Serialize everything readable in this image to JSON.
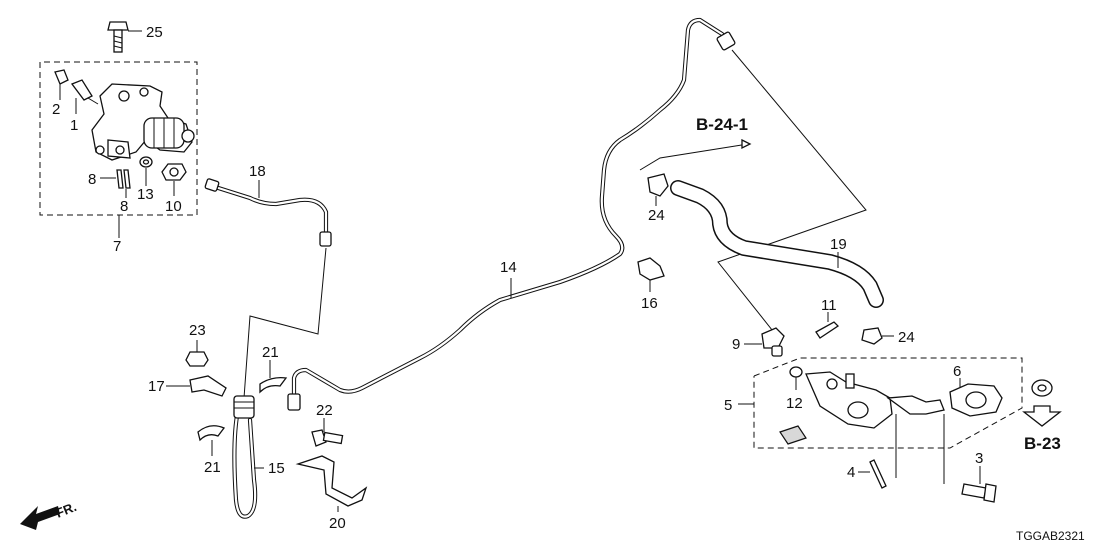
{
  "diagram": {
    "callouts": {
      "c1": "1",
      "c2": "2",
      "c3": "3",
      "c4": "4",
      "c5": "5",
      "c6": "6",
      "c7": "7",
      "c8a": "8",
      "c8b": "8",
      "c9": "9",
      "c10": "10",
      "c11": "11",
      "c12": "12",
      "c13": "13",
      "c14": "14",
      "c15": "15",
      "c16": "16",
      "c17": "17",
      "c18": "18",
      "c19": "19",
      "c20": "20",
      "c21a": "21",
      "c21b": "21",
      "c22": "22",
      "c23": "23",
      "c24a": "24",
      "c24b": "24",
      "c25": "25"
    },
    "refs": {
      "b241": "B-24-1",
      "b23": "B-23"
    },
    "direction_label": "FR.",
    "diagram_code": "TGGAB2321"
  }
}
